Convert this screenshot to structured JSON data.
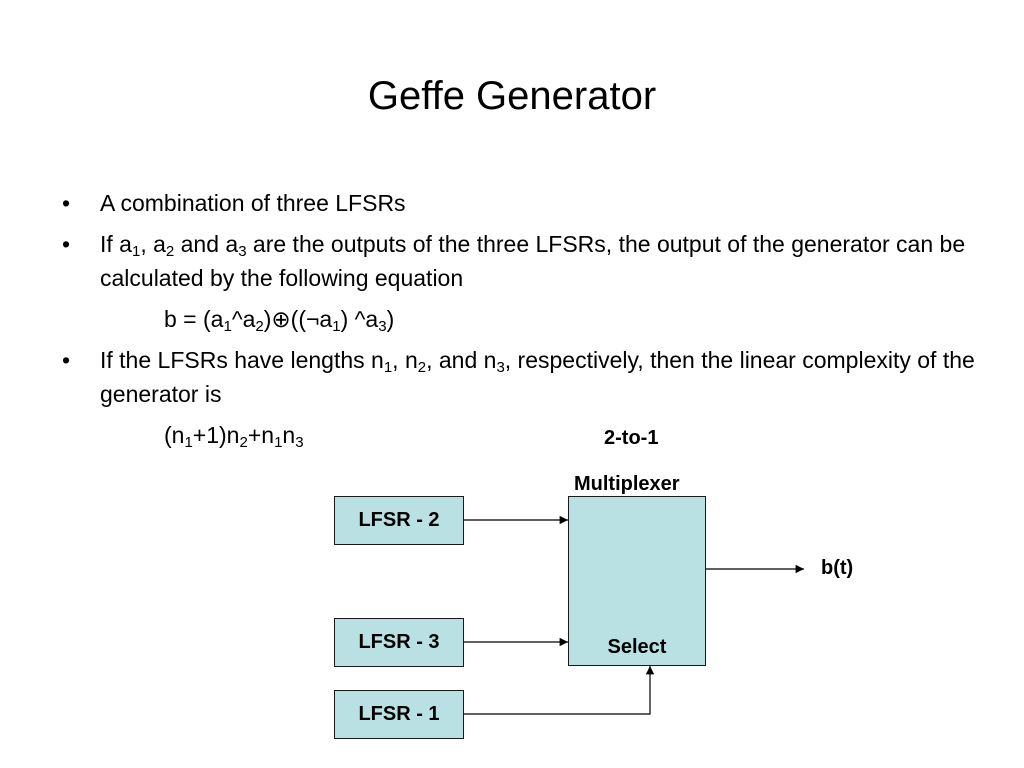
{
  "slide": {
    "title": "Geffe Generator",
    "bullets": {
      "b1": "A combination of three LFSRs",
      "b2": {
        "t1": "If a",
        "s1": "1",
        "t2": ", a",
        "s2": "2",
        "t3": " and a",
        "s3": "3",
        "t4": " are the outputs of the three LFSRs, the output of the generator can be calculated by the following equation"
      },
      "eq1": {
        "t1": "b = (a",
        "s1": "1",
        "t2": "^a",
        "s2": "2",
        "t3": ")⊕((¬a",
        "s3": "1",
        "t4": ") ^a",
        "s4": "3",
        "t5": ")"
      },
      "b3": {
        "t1": "If the LFSRs have lengths n",
        "s1": "1",
        "t2": ", n",
        "s2": "2",
        "t3": ", and n",
        "s3": "3",
        "t4": ", respectively, then the linear complexity of the generator is"
      },
      "eq2": {
        "t1": "(n",
        "s1": "1",
        "t2": "+1)n",
        "s2": "2",
        "t3": "+n",
        "s3": "1",
        "t4": "n",
        "s4": "3"
      }
    },
    "bullet_char": "•"
  },
  "diagram": {
    "mux_label_line1": "2-to-1",
    "mux_label_line2": "Multiplexer",
    "select_label": "Select",
    "output_label": "b(t)",
    "lfsr2": "LFSR - 2",
    "lfsr3": "LFSR - 3",
    "lfsr1": "LFSR - 1",
    "box_fill": "#b9e0e3"
  }
}
